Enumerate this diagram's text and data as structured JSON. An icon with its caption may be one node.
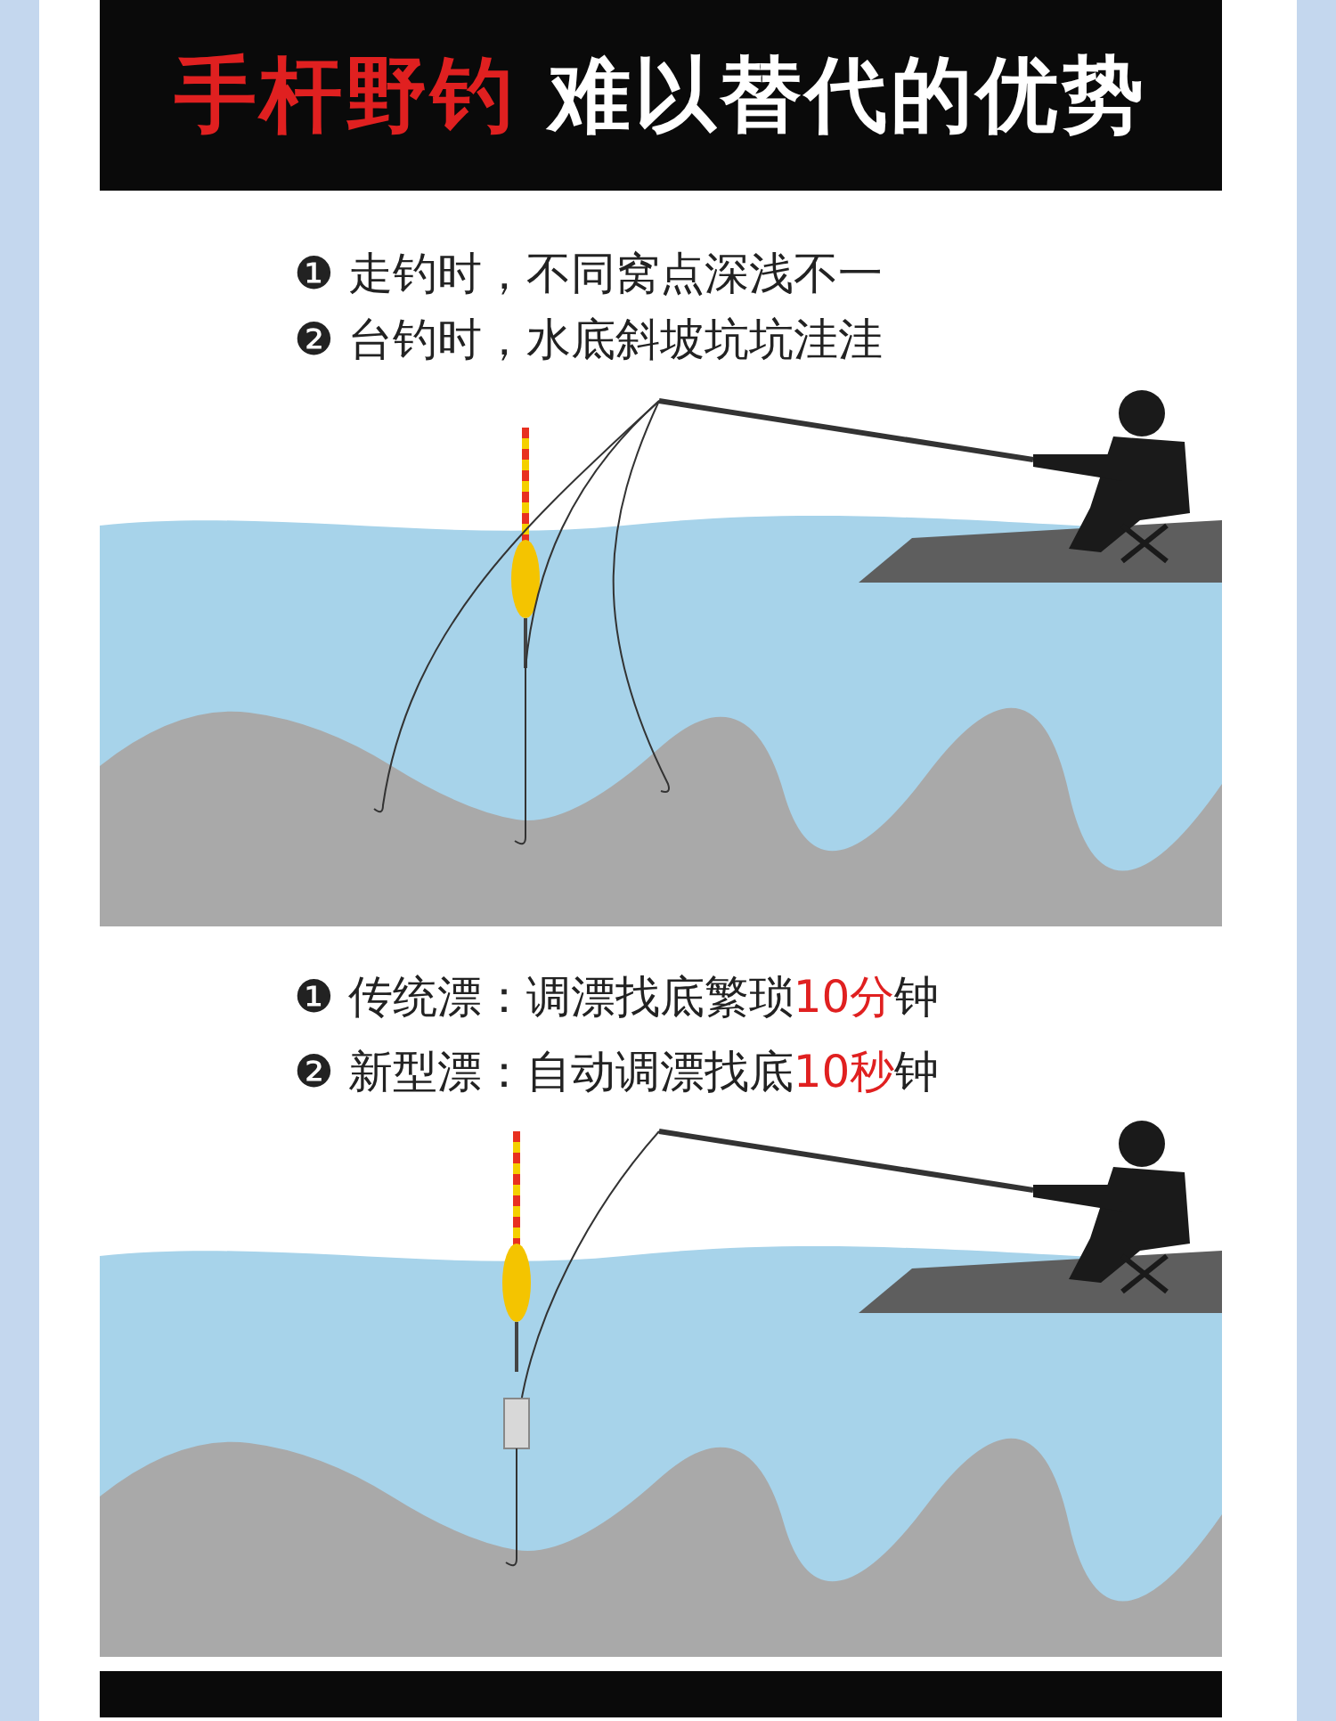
{
  "diagram": {
    "title": "**手杆野钓** 难以替代的优势",
    "labels": [
      "❶ 走钓时，不同窝点深浅不一",
      "❷ 台钓时，水底斜坡坑坑洼洼",
      "❶ 传统漂：调漂找底繁琐**10分**钟",
      "❷ 新型漂：自动调漂找底**10秒**钟"
    ]
  }
}
